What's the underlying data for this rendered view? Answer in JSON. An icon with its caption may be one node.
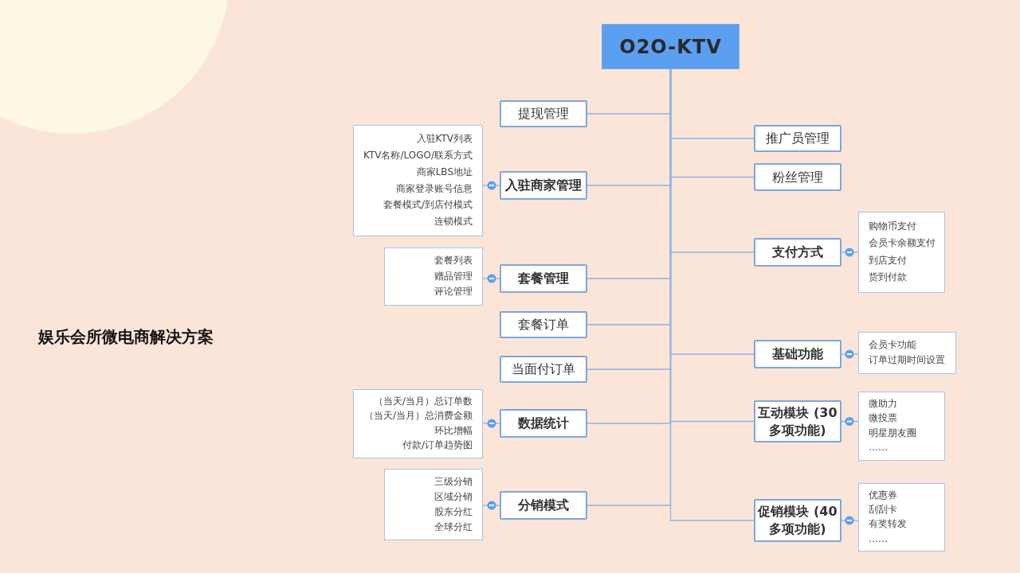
{
  "diagram": {
    "nodes": [
      {
        "text": [
          "O2O-KTV"
        ]
      },
      {
        "text": [
          "提现管理"
        ]
      },
      {
        "text": [
          "入驻商家管理"
        ]
      },
      {
        "text": [
          "入驻KTV列表",
          "KTV名称/LOGO/联系方式",
          "商家LBS地址",
          "商家登录账号信息",
          "套餐模式/到店付模式",
          "连锁模式"
        ]
      },
      {
        "text": [
          "套餐管理"
        ]
      },
      {
        "text": [
          "套餐列表",
          "赠品管理",
          "评论管理"
        ]
      },
      {
        "text": [
          "套餐订单"
        ]
      },
      {
        "text": [
          "当面付订单"
        ]
      },
      {
        "text": [
          "数据统计"
        ]
      },
      {
        "text": [
          "（当天/当月）总订单数",
          "（当天/当月）总消费金额",
          "环比增幅",
          "付款/订单趋势图"
        ]
      },
      {
        "text": [
          "分销模式"
        ]
      },
      {
        "text": [
          "三级分销",
          "区域分销",
          "股东分红",
          "全球分红"
        ]
      },
      {
        "text": [
          "推广员管理"
        ]
      },
      {
        "text": [
          "粉丝管理"
        ]
      },
      {
        "text": [
          "支付方式"
        ]
      },
      {
        "text": [
          "购物币支付",
          "会员卡余额支付",
          "到店支付",
          "货到付款"
        ]
      },
      {
        "text": [
          "基础功能"
        ]
      },
      {
        "text": [
          "会员卡功能",
          "订单过期时间设置"
        ]
      },
      {
        "text": [
          "互动模块 (30多项功能)"
        ]
      },
      {
        "text": [
          "微助力",
          "微投票",
          "明星朋友圈",
          "……"
        ]
      },
      {
        "text": [
          "促销模块 (40多项功能)"
        ]
      },
      {
        "text": [
          "优惠券",
          "刮刮卡",
          "有奖转发",
          "……"
        ]
      }
    ],
    "edges": [
      {
        "from": 0,
        "to": 1,
        "arrow": "none"
      },
      {
        "from": 0,
        "to": 2,
        "arrow": "none"
      },
      {
        "from": 0,
        "to": 4,
        "arrow": "none"
      },
      {
        "from": 0,
        "to": 6,
        "arrow": "none"
      },
      {
        "from": 0,
        "to": 7,
        "arrow": "none"
      },
      {
        "from": 0,
        "to": 8,
        "arrow": "none"
      },
      {
        "from": 0,
        "to": 10,
        "arrow": "none"
      },
      {
        "from": 0,
        "to": 12,
        "arrow": "none"
      },
      {
        "from": 0,
        "to": 13,
        "arrow": "none"
      },
      {
        "from": 0,
        "to": 14,
        "arrow": "none"
      },
      {
        "from": 0,
        "to": 16,
        "arrow": "none"
      },
      {
        "from": 0,
        "to": 18,
        "arrow": "none"
      },
      {
        "from": 0,
        "to": 20,
        "arrow": "none"
      },
      {
        "from": 2,
        "to": 3,
        "arrow": "other"
      },
      {
        "from": 4,
        "to": 5,
        "arrow": "other"
      },
      {
        "from": 8,
        "to": 9,
        "arrow": "other"
      },
      {
        "from": 10,
        "to": 11,
        "arrow": "other"
      },
      {
        "from": 14,
        "to": 15,
        "arrow": "other"
      },
      {
        "from": 16,
        "to": 17,
        "arrow": "other"
      },
      {
        "from": 18,
        "to": 19,
        "arrow": "other"
      },
      {
        "from": 20,
        "to": 21,
        "arrow": "other"
      }
    ],
    "labels": [
      "娱乐会所微电商解决方案"
    ]
  }
}
